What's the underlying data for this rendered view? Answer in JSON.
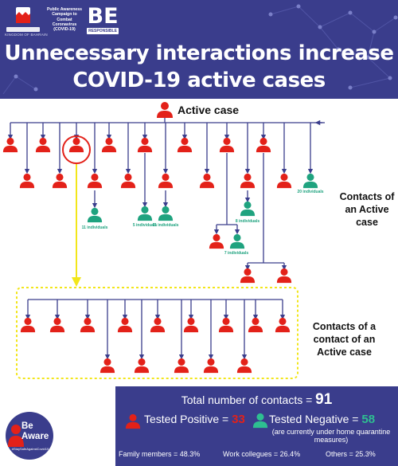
{
  "header": {
    "logo_text": "KINGDOM OF BAHRAIN",
    "campaign_text": "Public Awareness Campaign to Combat Coronavirus (COVID-19)",
    "be_letters": "BE",
    "be_sub": "RESPONSIBLE",
    "title_line1": "Unnecessary interactions increase",
    "title_line2": "COVID-19 active cases"
  },
  "labels": {
    "active_case": "Active case",
    "contacts_of_active_case": "Contacts of an Active case",
    "contacts_of_contact": "Contacts of a contact of an Active case"
  },
  "groups": {
    "g11a": "11 individuals",
    "g5": "5 individuals",
    "g11b": "11 individuals",
    "g8": "8 individuals",
    "g7": "7 individuals",
    "g20": "20 individuals"
  },
  "summary": {
    "total_label": "Total number of contacts =",
    "total_value": "91",
    "positive_label": "Tested Positive =",
    "positive_value": "33",
    "negative_label": "Tested Negative =",
    "negative_value": "58",
    "negative_note": "(are currently under home quarantine measures)",
    "family": "Family members = 48.3%",
    "work": "Work collegues = 26.4%",
    "others": "Others = 25.3%"
  },
  "badge": {
    "title": "Be Aware",
    "tag": "#StaySafeAgainstCovid19"
  },
  "colors": {
    "navy": "#3a3d8c",
    "positive": "#e32119",
    "negative": "#1fa37f",
    "highlight": "#f2e61a"
  },
  "icons": {
    "person": "person-icon",
    "arrow": "arrow-icon"
  }
}
